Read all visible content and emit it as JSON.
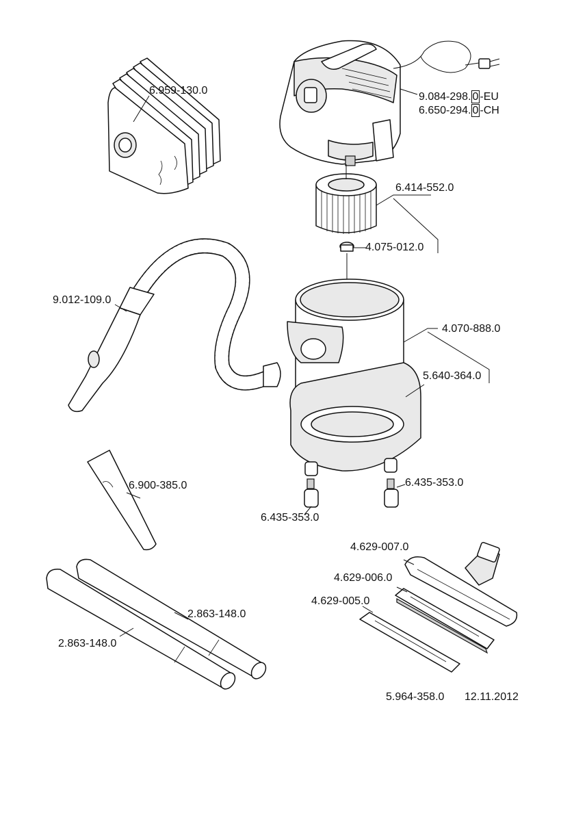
{
  "parts": {
    "dust_bags": "6.959-130.0",
    "power_cord_eu": "9.084-298.",
    "power_cord_eu_digit": "0",
    "power_cord_eu_region": "EU",
    "power_cord_ch": "6.650-294.",
    "power_cord_ch_digit": "0",
    "power_cord_ch_region": "CH",
    "cartridge_filter": "6.414-552.0",
    "filter_nut": "4.075-012.0",
    "suction_hose": "9.012-109.0",
    "container": "4.070-888.0",
    "chassis": "5.640-364.0",
    "crevice_nozzle": "6.900-385.0",
    "castor_right": "6.435-353.0",
    "castor_left": "6.435-353.0",
    "floor_nozzle": "4.629-007.0",
    "brush_strip": "4.629-006.0",
    "rubber_strip": "4.629-005.0",
    "suction_tube_upper": "2.863-148.0",
    "suction_tube_lower": "2.863-148.0"
  },
  "footer": {
    "document_number": "5.964-358.0",
    "date": "12.11.2012"
  },
  "colors": {
    "line": "#111111",
    "shade": "#e9e9e9",
    "dark": "#cfcfcf"
  }
}
